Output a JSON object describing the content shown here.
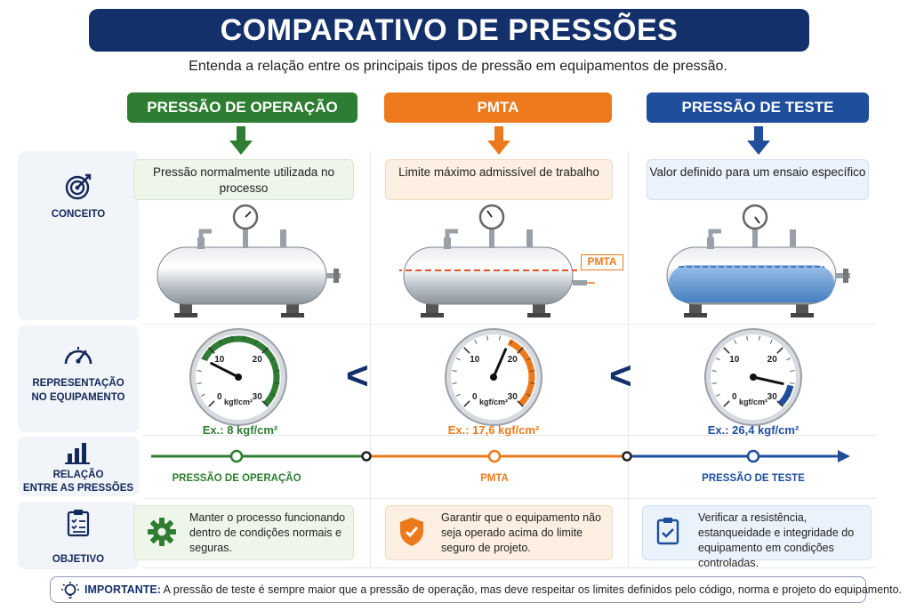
{
  "title": "COMPARATIVO DE PRESSÕES",
  "subtitle": "Entenda a relação entre os principais tipos de pressão em equipamentos de pressão.",
  "columns": [
    {
      "header": "PRESSÃO DE OPERAÇÃO",
      "color": "#2e7d32",
      "concept": "Pressão normalmente utilizada no processo",
      "example": "Ex.: 8 kgf/cm²",
      "relation_label": "PRESSÃO DE OPERAÇÃO",
      "objective": "Manter o processo funcionando dentro de condições normais e seguras.",
      "gauge_value": 8,
      "gauge_ticks": [
        "0",
        "10",
        "20",
        "30"
      ]
    },
    {
      "header": "PMTA",
      "color": "#ec7a1c",
      "concept": "Limite máximo admissível de trabalho",
      "tank_tag": "PMTA",
      "example": "Ex.: 17,6 kgf/cm²",
      "relation_label": "PMTA",
      "objective": "Garantir que o equipamento não seja operado acima do limite seguro de projeto.",
      "gauge_value": 17.6,
      "gauge_ticks": [
        "0",
        "10",
        "20",
        "30"
      ]
    },
    {
      "header": "PRESSÃO DE TESTE",
      "color": "#1f4e9c",
      "concept": "Valor definido para um ensaio específico",
      "example": "Ex.: 26,4 kgf/cm²",
      "relation_label": "PRESSÃO DE TESTE",
      "objective": "Verificar a resistência, estanqueidade e integridade do equipamento em condições controladas.",
      "gauge_value": 26.4,
      "gauge_ticks": [
        "0",
        "10",
        "20",
        "30"
      ]
    }
  ],
  "gauge_unit": "kgf/cm²",
  "comparison_symbol": "<",
  "rows": {
    "concept": "CONCEITO",
    "representation_1": "REPRESENTAÇÃO",
    "representation_2": "NO EQUIPAMENTO",
    "relation_1": "RELAÇÃO",
    "relation_2": "ENTRE AS PRESSÕES",
    "objective": "OBJETIVO"
  },
  "note": {
    "label": "IMPORTANTE:",
    "text": "A pressão de teste é sempre maior que a pressão de operação, mas deve respeitar os limites definidos pelo código, norma e projeto do equipamento."
  }
}
